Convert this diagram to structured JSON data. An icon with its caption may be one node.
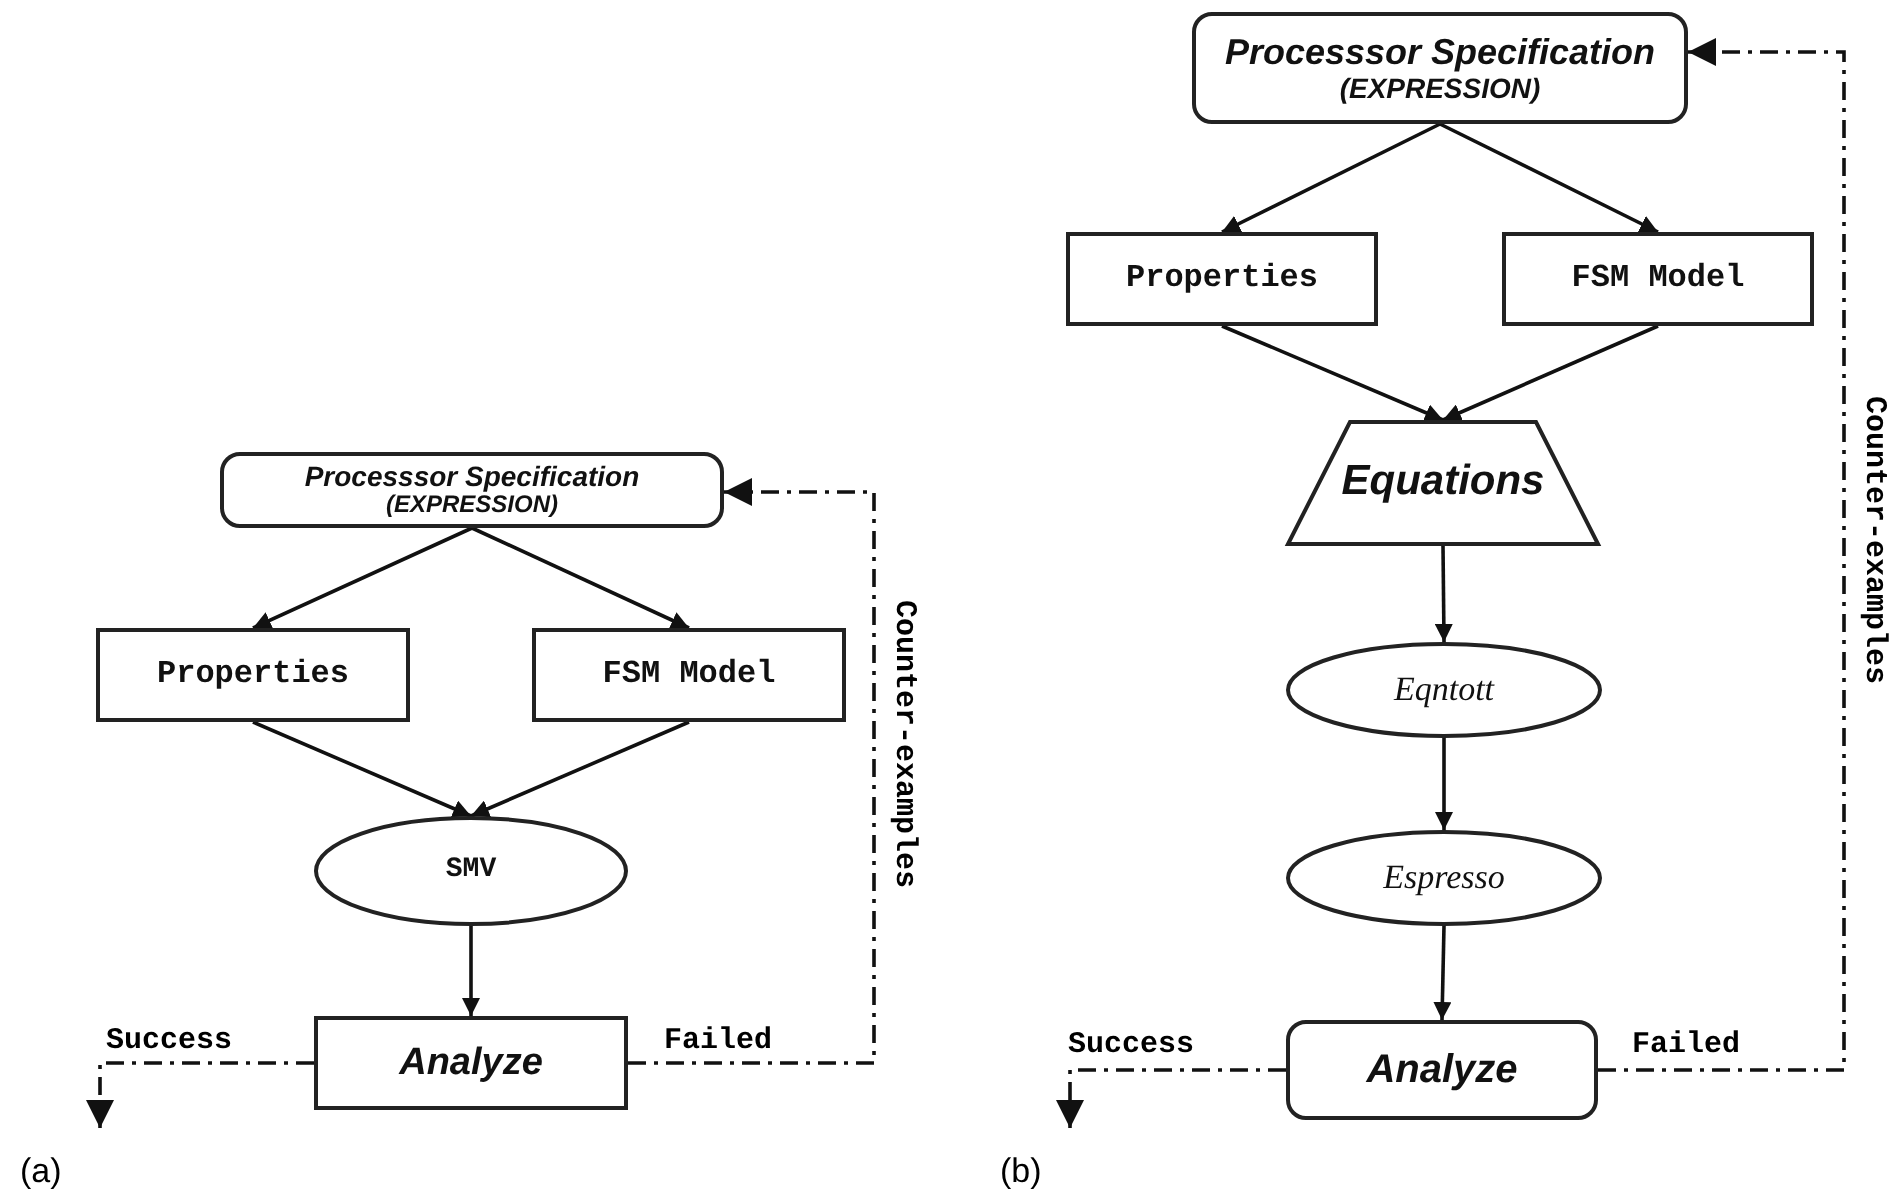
{
  "diagram": {
    "nodes": [
      {
        "text": [
          "Processsor Specification",
          "(EXPRESSION)"
        ]
      },
      {
        "text": [
          "Properties"
        ]
      },
      {
        "text": [
          "FSM Model"
        ]
      },
      {
        "text": [
          "SMV"
        ]
      },
      {
        "text": [
          "Analyze"
        ]
      },
      {
        "text": [
          "Processsor Specification",
          "(EXPRESSION)"
        ]
      },
      {
        "text": [
          "Properties"
        ]
      },
      {
        "text": [
          "FSM Model"
        ]
      },
      {
        "text": [
          "Equations"
        ]
      },
      {
        "text": [
          "Eqntott"
        ]
      },
      {
        "text": [
          "Espresso"
        ]
      },
      {
        "text": [
          "Analyze"
        ]
      }
    ],
    "edges": [
      {
        "from": 0,
        "to": 1,
        "arrow": "to"
      },
      {
        "from": 0,
        "to": 2,
        "arrow": "to"
      },
      {
        "from": 1,
        "to": 3,
        "arrow": "to"
      },
      {
        "from": 2,
        "to": 3,
        "arrow": "to"
      },
      {
        "from": 3,
        "to": 4,
        "arrow": "to"
      },
      {
        "from": 4,
        "to": null,
        "arrow": "to",
        "label": "Success",
        "style": "dashed"
      },
      {
        "from": 4,
        "to": 0,
        "arrow": "to",
        "label": "Failed",
        "style": "dashed"
      },
      {
        "from": 5,
        "to": 6,
        "arrow": "to"
      },
      {
        "from": 5,
        "to": 7,
        "arrow": "to"
      },
      {
        "from": 6,
        "to": 8,
        "arrow": "to"
      },
      {
        "from": 7,
        "to": 8,
        "arrow": "to"
      },
      {
        "from": 8,
        "to": 9,
        "arrow": "to"
      },
      {
        "from": 9,
        "to": 10,
        "arrow": "to"
      },
      {
        "from": 10,
        "to": 11,
        "arrow": "to"
      },
      {
        "from": 11,
        "to": null,
        "arrow": "to",
        "label": "Success",
        "style": "dashed"
      },
      {
        "from": 11,
        "to": 5,
        "arrow": "to",
        "label": "Failed",
        "style": "dashed"
      }
    ],
    "labels": [
      "Counter-examples",
      "(a)",
      "Counter-examples",
      "(b)"
    ]
  }
}
